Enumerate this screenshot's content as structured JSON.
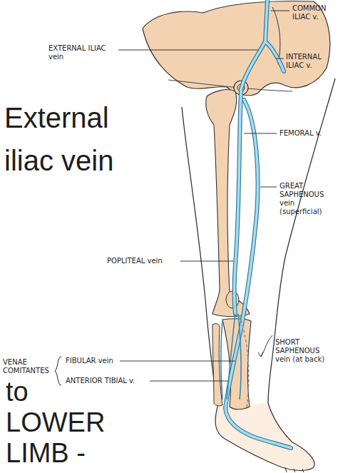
{
  "diagram": {
    "title": "External iliac vein",
    "labels": [
      "COMMON ILIAC v.",
      "EXTERNAL ILIAC vein",
      "INTERNAL ILIAC v.",
      "FEMORAL v.",
      "GREAT SAPHENOUS vein (superficial)",
      "POPLITEAL vein",
      "SHORT SAPHENOUS vein (at back)",
      "VENAE COMITANTES",
      "FIBULAR vein",
      "ANTERIOR TIBIAL v.",
      "to LOWER LIMB -"
    ]
  }
}
